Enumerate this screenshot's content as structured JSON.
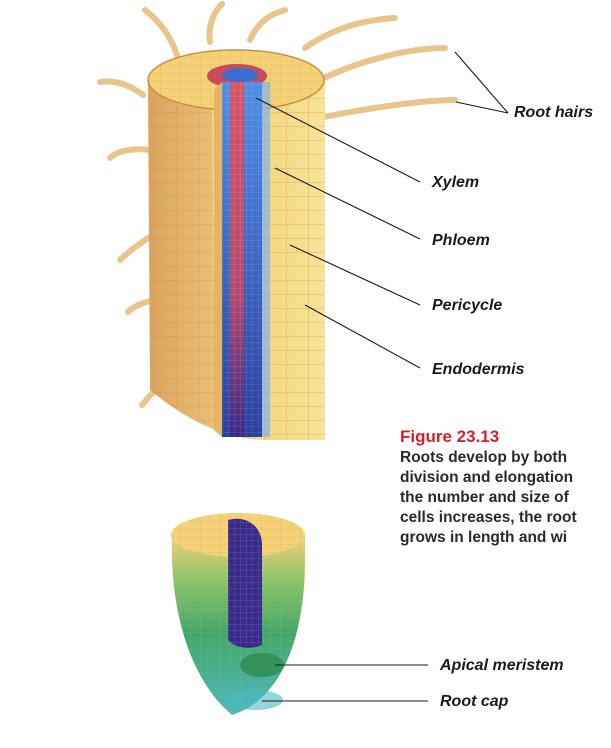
{
  "labels": {
    "root_hairs": "Root hairs",
    "xylem": "Xylem",
    "phloem": "Phloem",
    "pericycle": "Pericycle",
    "endodermis": "Endodermis",
    "apical_meristem": "Apical meristem",
    "root_cap": "Root cap"
  },
  "caption": {
    "title": "Figure 23.13",
    "lines": [
      "Roots develop by both",
      "division and elongation",
      "the number and size of",
      "cells increases, the root",
      "grows in length and wi"
    ]
  },
  "colors": {
    "caption_title": "#d81e2a",
    "root_tissue": "#f2cf78",
    "xylem": "#c94a5a",
    "phloem": "#3a6fd0",
    "vascular_core": "#3a2a8a",
    "meristem": "#39a35a",
    "root_cap": "#49b6b8"
  }
}
